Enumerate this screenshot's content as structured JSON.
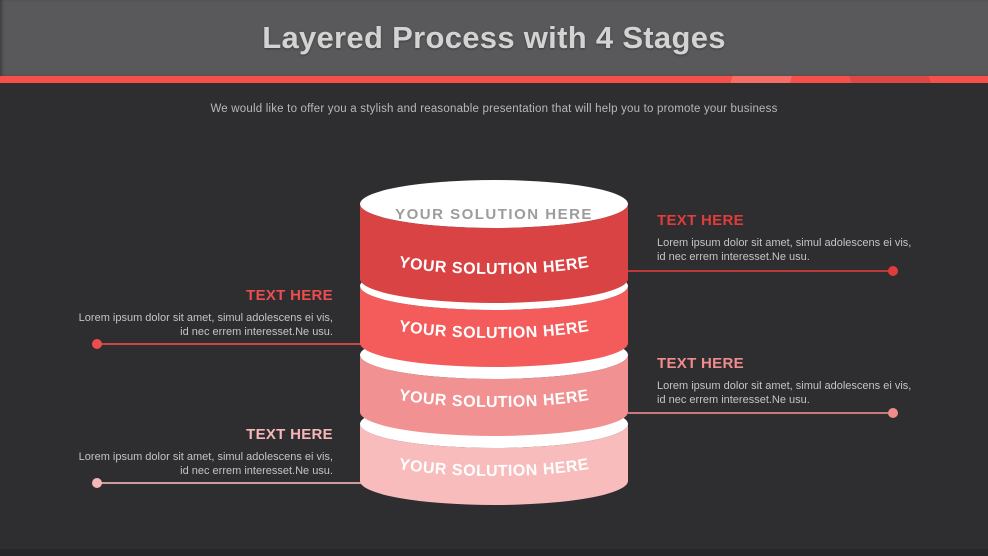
{
  "header": {
    "title": "Layered Process with 4 Stages"
  },
  "subtitle": "We would like to offer you a stylish and reasonable presentation that will help you to promote your business",
  "colors": {
    "page_bg": "#2e2e31",
    "header_bg": "#59595b",
    "accent_stripe": "#f7504b",
    "title_text": "#d3d3d4",
    "subtitle_text": "#b8b8ba",
    "top_label_text": "#9c9c9c",
    "body_text": "#c4c4c4",
    "cylinder_top": "#ffffff"
  },
  "cylinder": {
    "top_label": "YOUR SOLUTION HERE",
    "layers": [
      {
        "label": "YOUR SOLUTION HERE",
        "color": "#da4343"
      },
      {
        "label": "YOUR SOLUTION HERE",
        "color": "#f45c5c"
      },
      {
        "label": "YOUR SOLUTION HERE",
        "color": "#f19191"
      },
      {
        "label": "YOUR SOLUTION HERE",
        "color": "#f9bcbd"
      }
    ]
  },
  "callouts": [
    {
      "side": "right",
      "title": "TEXT HERE",
      "accent": "#e13b3b",
      "lines": [
        "Lorem ipsum dolor sit amet, simul adolescens ei vis,",
        "id nec errem interesset.Ne usu."
      ]
    },
    {
      "side": "left",
      "title": "TEXT HERE",
      "accent": "#ee4d4d",
      "lines": [
        "Lorem ipsum dolor sit amet, simul adolescens ei vis,",
        "id nec errem interesset.Ne usu."
      ]
    },
    {
      "side": "right",
      "title": "TEXT HERE",
      "accent": "#ef8c8c",
      "lines": [
        "Lorem ipsum dolor sit amet, simul adolescens ei vis,",
        "id nec errem interesset.Ne usu."
      ]
    },
    {
      "side": "left",
      "title": "TEXT HERE",
      "accent": "#f7b7b7",
      "lines": [
        "Lorem ipsum dolor sit amet, simul adolescens ei vis,",
        "id nec errem interesset.Ne usu."
      ]
    }
  ]
}
